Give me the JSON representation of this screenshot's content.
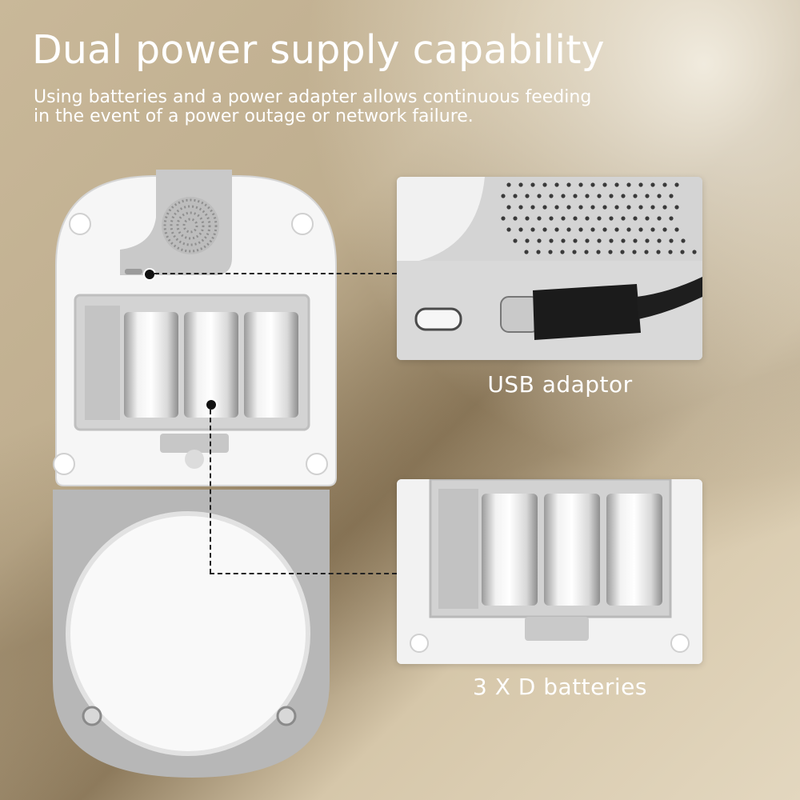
{
  "header": {
    "title": "Dual power supply capability",
    "subtitle_lines": [
      "Using batteries and a power adapter allows continuous feeding",
      "in the event of a power outage or network failure."
    ]
  },
  "callouts": {
    "usb": {
      "label": "USB adaptor"
    },
    "batteries": {
      "label": "3 X D batteries"
    }
  },
  "colors": {
    "device_body": "#f7f7f7",
    "device_gray": "#b9b9b9",
    "leader_line": "#222222",
    "text": "#ffffff"
  },
  "icons": [
    "speaker-grille-icon",
    "usb-c-port-icon",
    "usb-c-cable-icon",
    "d-battery-icon"
  ]
}
